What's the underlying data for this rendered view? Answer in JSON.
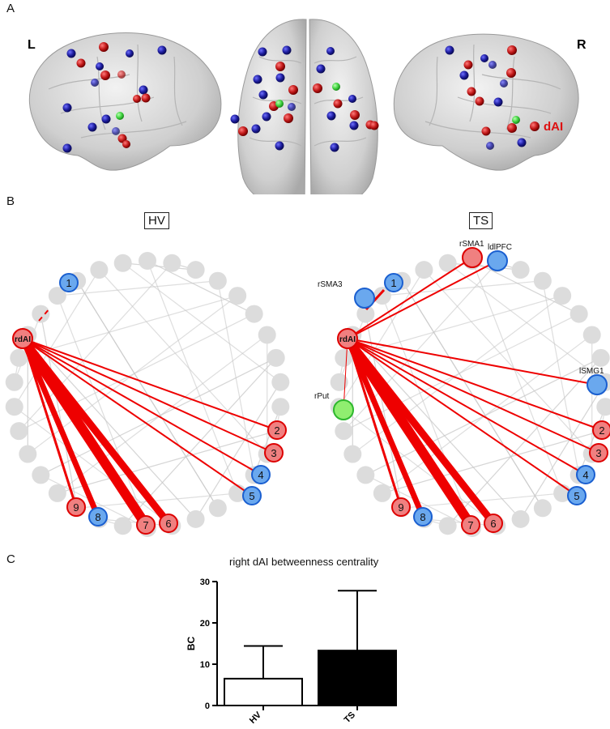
{
  "panels": {
    "a": "A",
    "b": "B",
    "c": "C"
  },
  "brains": {
    "left_label": "L",
    "right_label": "R",
    "dai_label": "dAI",
    "colors": {
      "red": "#c81e1e",
      "blue": "#1c1c9c",
      "green": "#3fd23f",
      "brain": "#d4d4d4"
    }
  },
  "networks": {
    "hv": {
      "title": "HV",
      "hub_label": "rdAI",
      "numbered_nodes": [
        {
          "label": "1",
          "color": "blue"
        },
        {
          "label": "2",
          "color": "red"
        },
        {
          "label": "3",
          "color": "red"
        },
        {
          "label": "4",
          "color": "blue"
        },
        {
          "label": "5",
          "color": "blue"
        },
        {
          "label": "6",
          "color": "red"
        },
        {
          "label": "7",
          "color": "red"
        },
        {
          "label": "8",
          "color": "blue"
        },
        {
          "label": "9",
          "color": "red"
        }
      ]
    },
    "ts": {
      "title": "TS",
      "hub_label": "rdAI",
      "numbered_nodes": [
        {
          "label": "1",
          "color": "blue"
        },
        {
          "label": "2",
          "color": "red"
        },
        {
          "label": "3",
          "color": "red"
        },
        {
          "label": "4",
          "color": "blue"
        },
        {
          "label": "5",
          "color": "blue"
        },
        {
          "label": "6",
          "color": "red"
        },
        {
          "label": "7",
          "color": "red"
        },
        {
          "label": "8",
          "color": "blue"
        },
        {
          "label": "9",
          "color": "red"
        }
      ],
      "named_nodes": [
        {
          "label": "rSMA1",
          "color": "red"
        },
        {
          "label": "ldlPFC",
          "color": "blue"
        },
        {
          "label": "rSMA3",
          "color": "blue"
        },
        {
          "label": "lSMG1",
          "color": "blue"
        },
        {
          "label": "rPut",
          "color": "green"
        }
      ]
    },
    "colors": {
      "red_fill": "#f08080",
      "blue_fill": "#6aa8ee",
      "green_fill": "#90ee70",
      "red_stroke": "#dd0000",
      "blue_stroke": "#1a5fd0",
      "green_stroke": "#2eb82e",
      "edge": "#ee0000",
      "grey_node": "#dcdcdc"
    }
  },
  "chart_data": {
    "type": "bar",
    "title": "right dAI betweenness centrality",
    "categories": [
      "HV",
      "TS"
    ],
    "values": [
      6.5,
      13.3
    ],
    "error_upper": [
      14.4,
      27.8
    ],
    "ylabel": "BC",
    "xlabel": "",
    "ylim": [
      0,
      30
    ],
    "yticks": [
      0,
      10,
      20,
      30
    ],
    "bar_fills": [
      "#ffffff",
      "#000000"
    ],
    "grid": false
  }
}
